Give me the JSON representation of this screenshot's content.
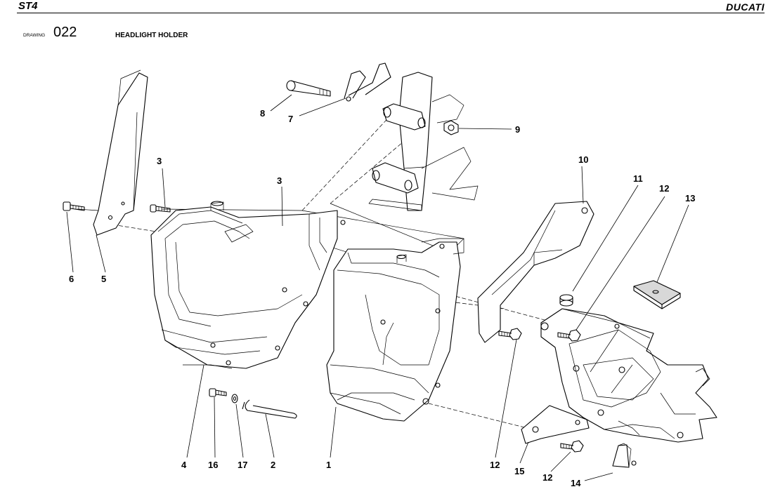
{
  "header": {
    "model": "ST4",
    "brand": "DUCATI"
  },
  "drawing": {
    "label": "DRAWING",
    "number": "022",
    "title": "HEADLIGHT HOLDER"
  },
  "callouts": {
    "c1": "1",
    "c2": "2",
    "c3a": "3",
    "c3b": "3",
    "c4": "4",
    "c5": "5",
    "c6": "6",
    "c7": "7",
    "c8": "8",
    "c9": "9",
    "c10": "10",
    "c11": "11",
    "c12a": "12",
    "c12b": "12",
    "c12c": "12",
    "c13": "13",
    "c14": "14",
    "c15": "15",
    "c16": "16",
    "c17": "17"
  }
}
